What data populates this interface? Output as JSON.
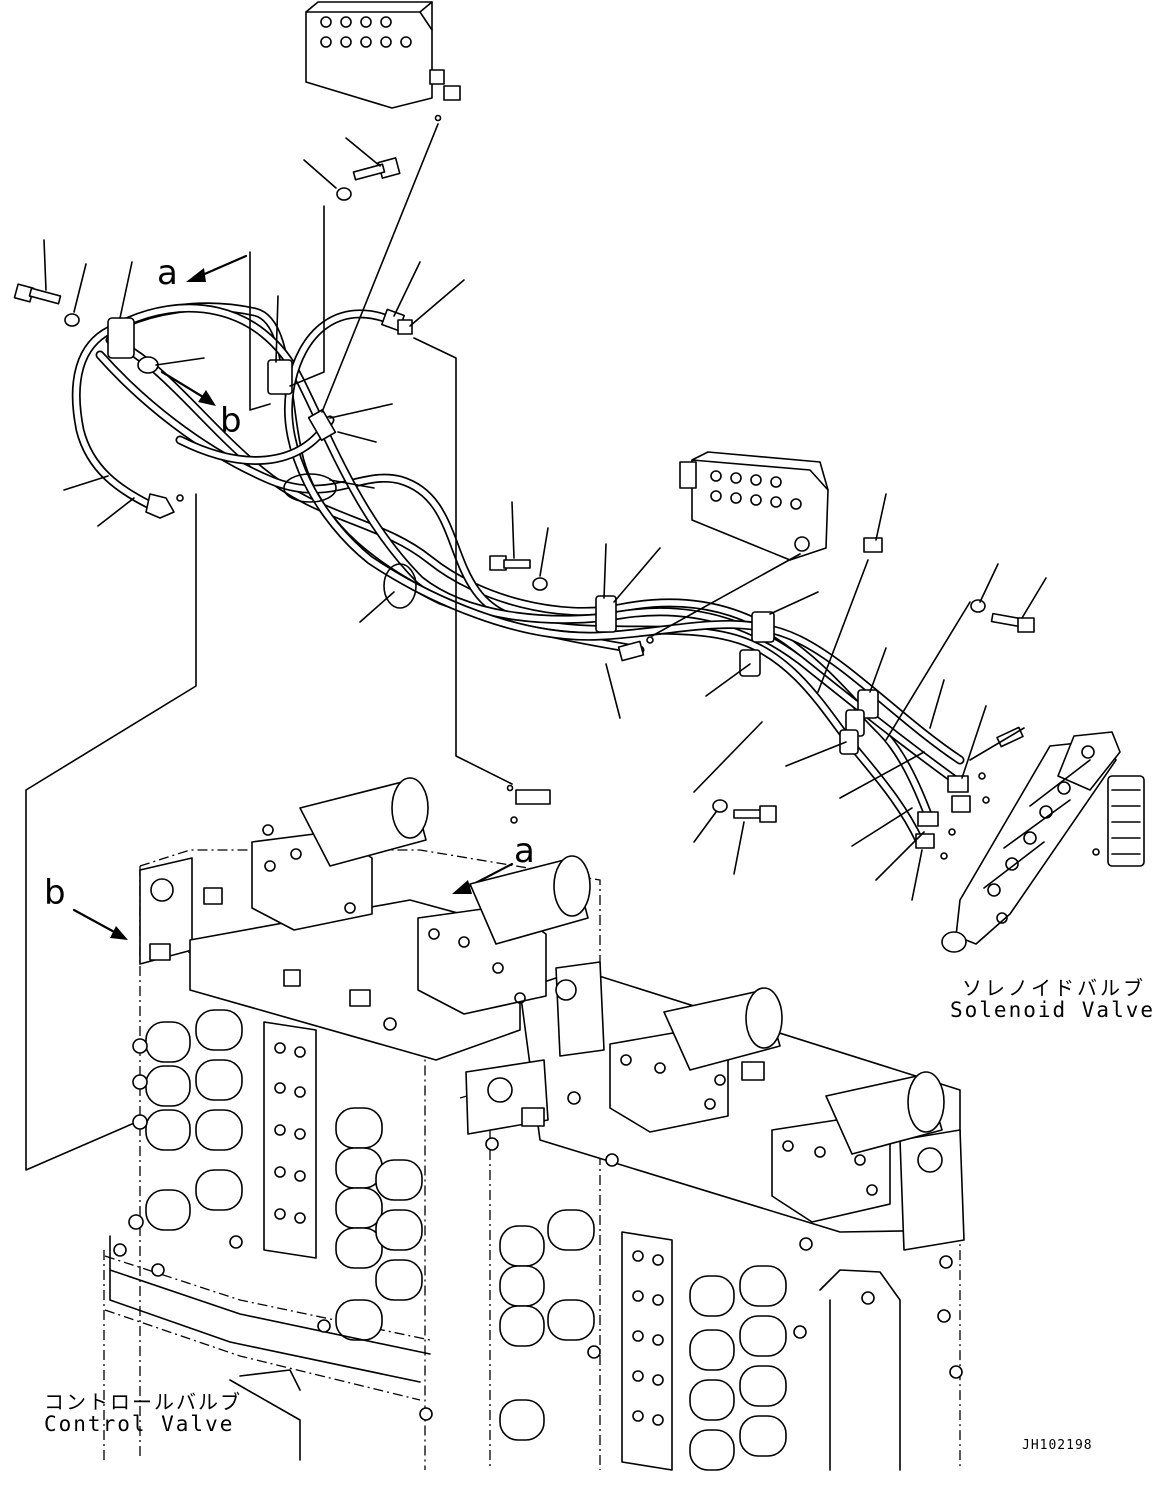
{
  "callouts": {
    "a_top": "a",
    "b_top": "b",
    "a_lower": "a",
    "b_lower": "b"
  },
  "solenoid_valve": {
    "label_jp": "ソレノイドバルブ",
    "label_en": "Solenoid Valve"
  },
  "control_valve": {
    "label_jp": "コントロールバルブ",
    "label_en": "Control Valve"
  },
  "drawing_number": "JH102198"
}
